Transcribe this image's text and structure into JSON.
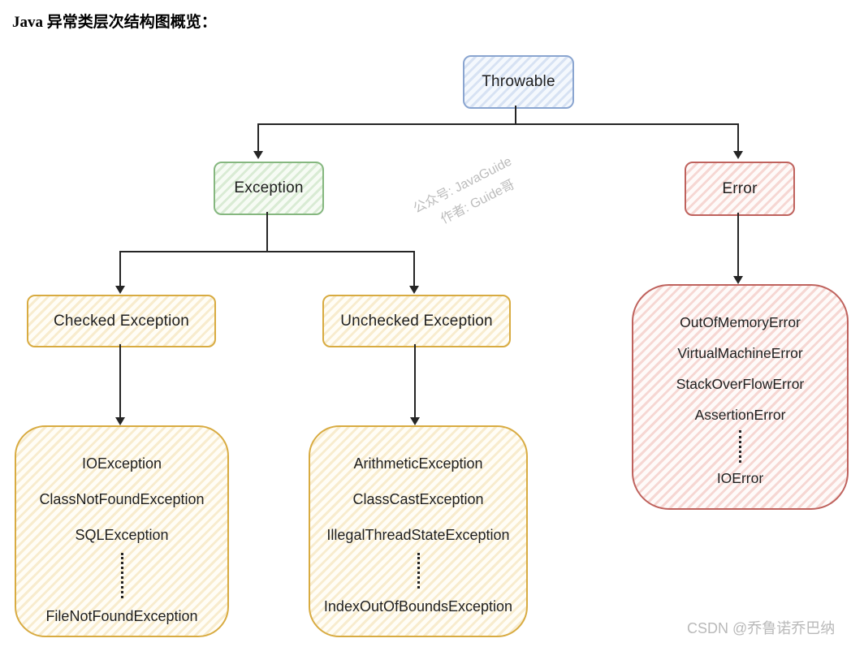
{
  "page": {
    "title": "Java 异常类层次结构图概览："
  },
  "diagram": {
    "nodes": {
      "throwable": {
        "label": "Throwable"
      },
      "exception": {
        "label": "Exception"
      },
      "error": {
        "label": "Error"
      },
      "checked_exception": {
        "label": "Checked Exception"
      },
      "unchecked_exception": {
        "label": "Unchecked Exception"
      }
    },
    "groups": {
      "checked_children": {
        "items": [
          "IOException",
          "ClassNotFoundException",
          "SQLException",
          "⋮",
          "FileNotFoundException"
        ]
      },
      "unchecked_children": {
        "items": [
          "ArithmeticException",
          "ClassCastException",
          "IllegalThreadStateException",
          "⋮",
          "IndexOutOfBoundsException"
        ]
      },
      "error_children": {
        "items": [
          "OutOfMemoryError",
          "VirtualMachineError",
          "StackOverFlowError",
          "AssertionError",
          "⋮",
          "IOError"
        ]
      }
    },
    "colors": {
      "throwable_border": "#8aa5d0",
      "throwable_fill": "#e8f0f9",
      "exception_border": "#85b77f",
      "exception_fill": "#eaf4e6",
      "error_border": "#bf625d",
      "error_fill": "#f9e4e1",
      "checked_border": "#d8ab41",
      "checked_fill": "#fdf5e0",
      "connector": "#252525",
      "text": "#1f1f1f"
    }
  },
  "watermarks": {
    "center_line1": "公众号: JavaGuide",
    "center_line2": "作者: Guide哥",
    "bottom_right": "CSDN @乔鲁诺乔巴纳"
  }
}
